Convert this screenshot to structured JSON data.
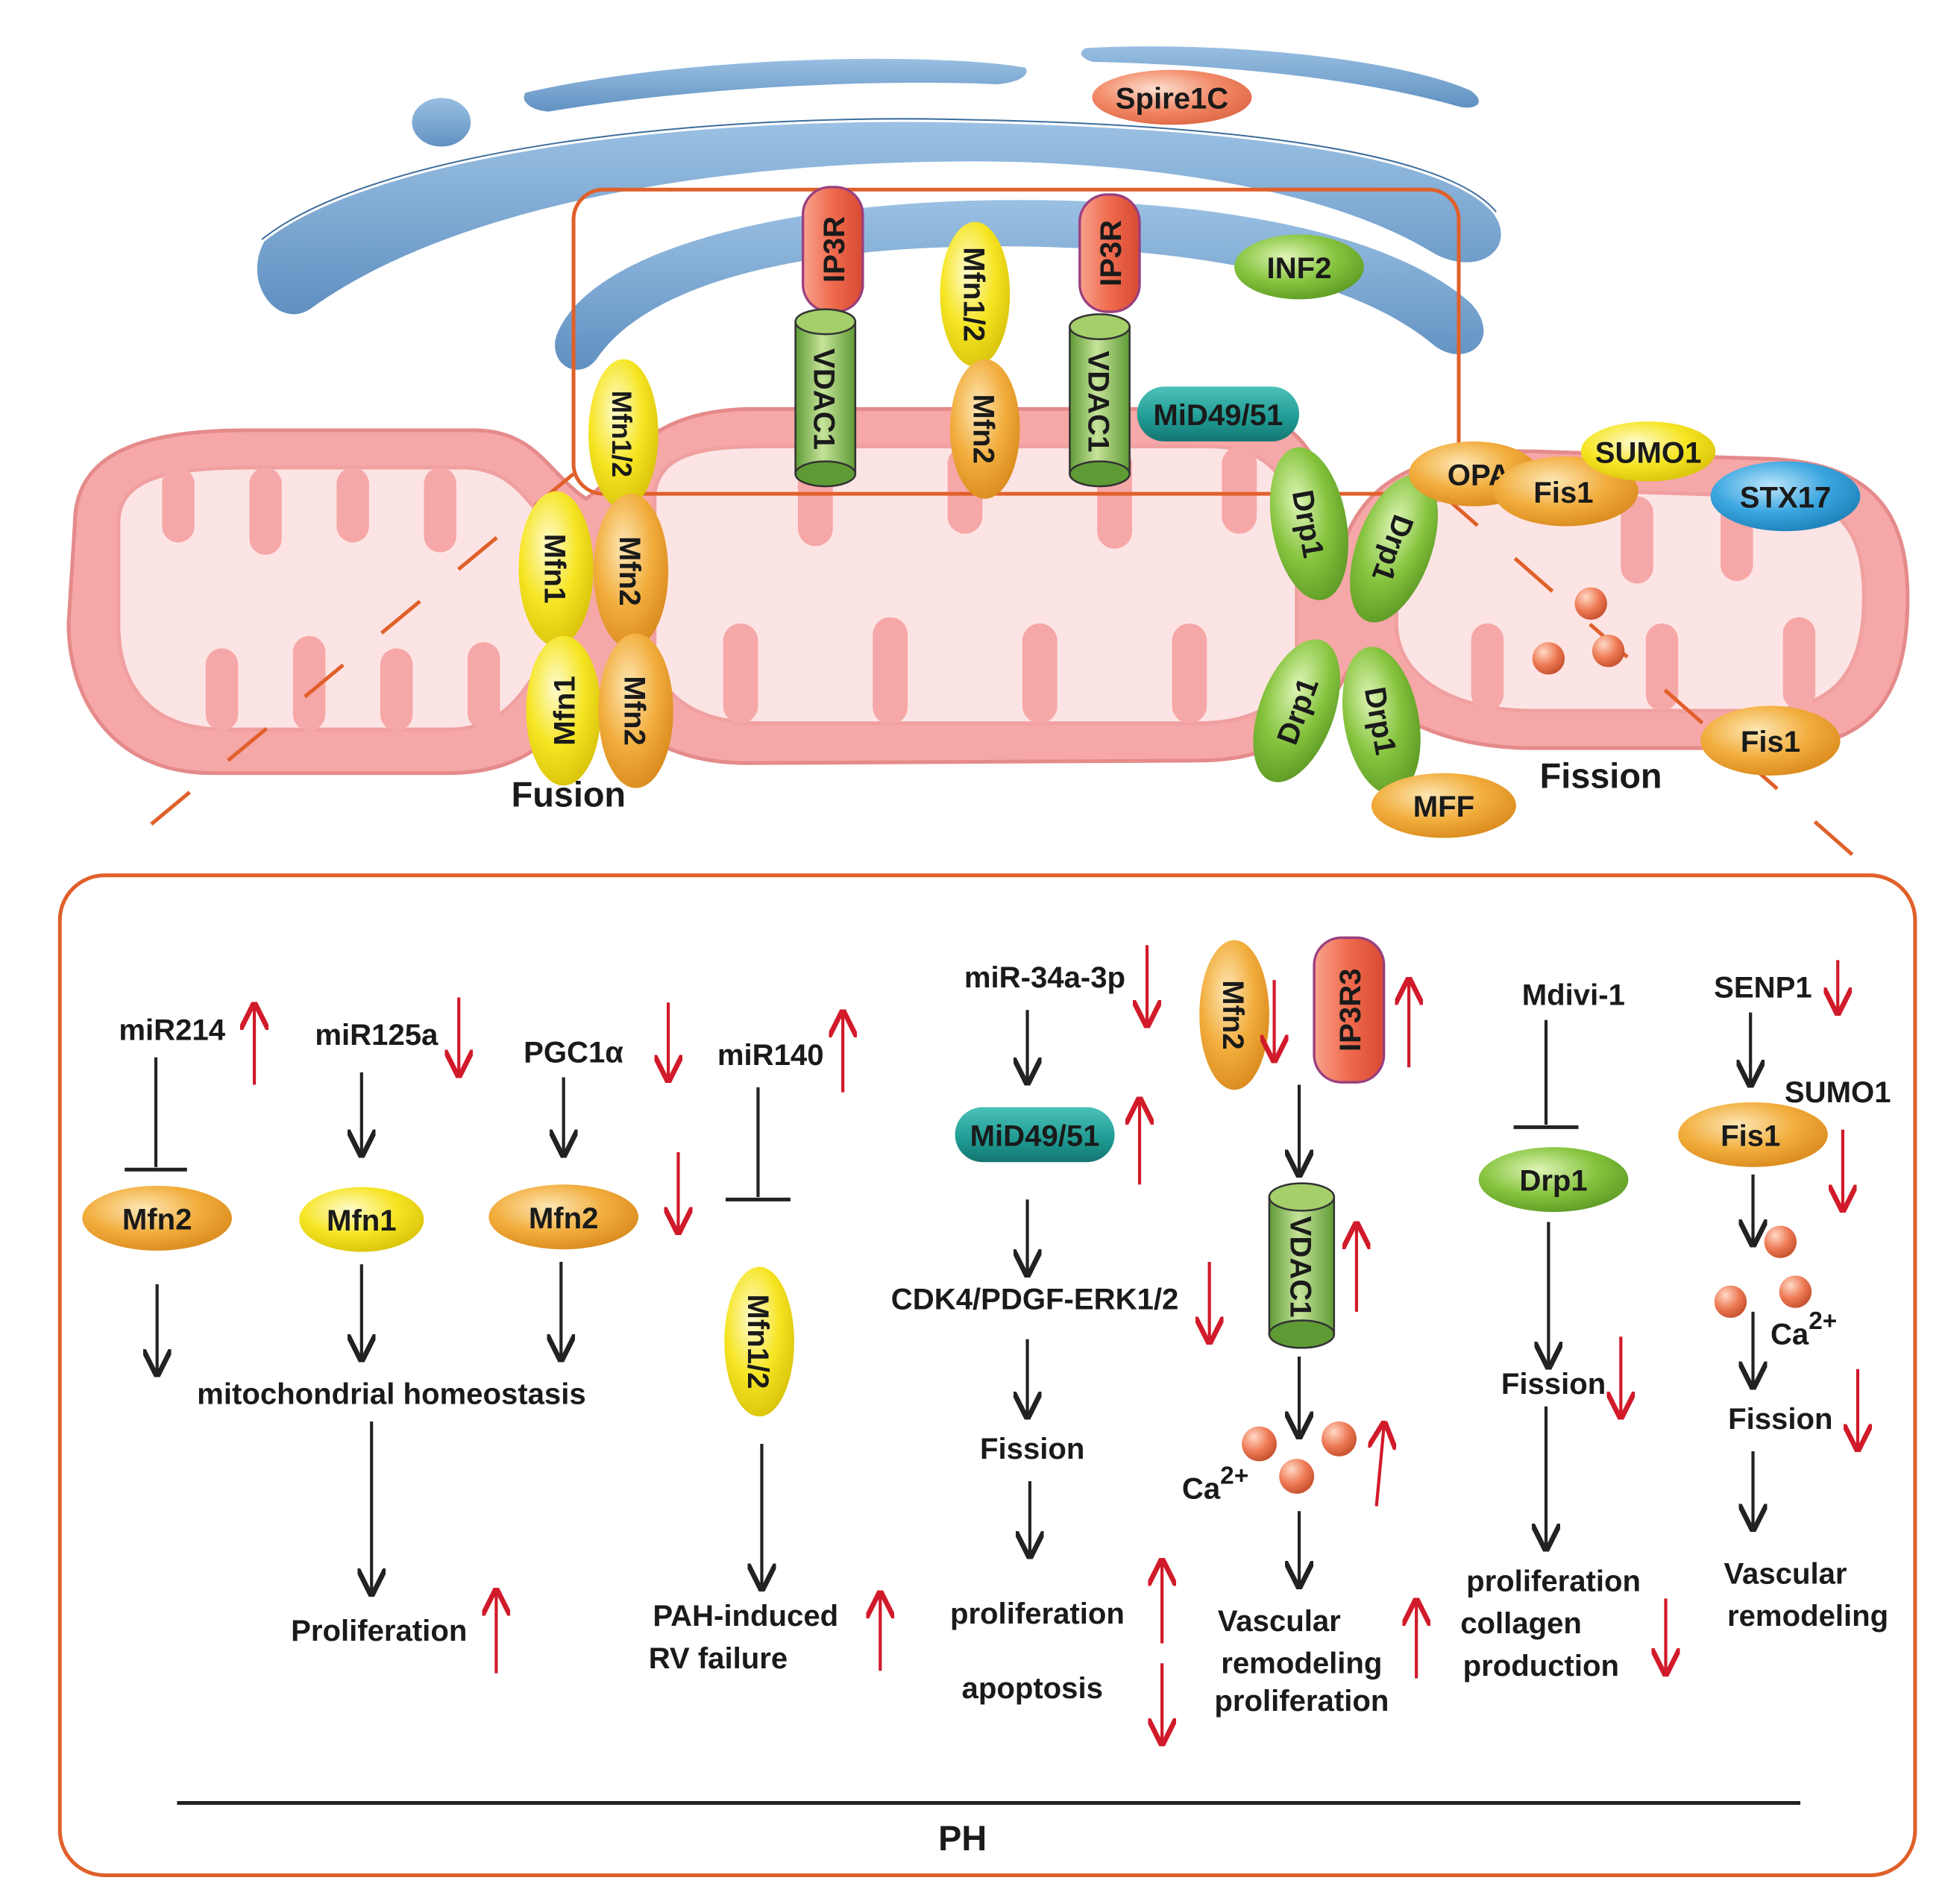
{
  "colors": {
    "er_fill": "#6f9fcf",
    "er_edge": "#3d6e9c",
    "mito_fill": "#f5a3a3",
    "mito_edge": "#e07a7a",
    "frame": "#e0602a",
    "arrow_up_down": "#d11a2a",
    "orange_protein": "#f0a93a",
    "yellow_protein": "#f4e11b",
    "green_protein": "#7fbf3a",
    "teal_protein": "#1f9a93",
    "red_protein": "#ee6a4e",
    "blue_protein": "#3aa6e0",
    "calcium": "#ee7a55"
  },
  "top": {
    "spire1c": "Spire1C",
    "ip3r_left": "IP3R",
    "ip3r_right": "IP3R",
    "mfn12_center": "Mfn1/2",
    "inf2": "INF2",
    "vdac1_left": "VDAC1",
    "vdac1_right": "VDAC1",
    "mfn2_center": "Mfn2",
    "mid4951": "MiD49/51",
    "mfn12_left": "Mfn1/2",
    "mfn1_a": "Mfn1",
    "mfn2_a": "Mfn2",
    "mfn1_b": "Mfn1",
    "mfn2_b": "Mfn2",
    "fusion": "Fusion",
    "drp1_a": "Drp1",
    "drp1_b": "Drp1",
    "drp1_c": "Drp1",
    "drp1_d": "Drp1",
    "mff": "MFF",
    "opa": "OPA",
    "fis1_top": "Fis1",
    "sumo1": "SUMO1",
    "stx17": "STX17",
    "fis1_right": "Fis1",
    "fission": "Fission"
  },
  "panel": {
    "c1": {
      "top": "miR214",
      "protein": "Mfn2"
    },
    "c2": {
      "top": "miR125a",
      "protein": "Mfn1"
    },
    "c3": {
      "top": "PGC1α",
      "protein": "Mfn2"
    },
    "homeostasis": "mitochondrial homeostasis",
    "proliferation_left": "Proliferation",
    "c4": {
      "top": "miR140",
      "protein": "Mfn1/2",
      "out1": "PAH-induced",
      "out2": "RV failure"
    },
    "c5": {
      "top": "miR-34a-3p",
      "protein": "MiD49/51",
      "mid": "CDK4/PDGF-ERK1/2",
      "fission": "Fission",
      "out1": "proliferation",
      "out2": "apoptosis"
    },
    "c6": {
      "mfn2": "Mfn2",
      "ip3r3": "IP3R3",
      "vdac1": "VDAC1",
      "ca": "Ca",
      "ca_sup": "2+",
      "out1": "Vascular",
      "out2": "remodeling",
      "out3": "proliferation"
    },
    "c7": {
      "top": "Mdivi-1",
      "protein": "Drp1",
      "fission": "Fission",
      "out1": "proliferation",
      "out2": "collagen",
      "out3": "production"
    },
    "c8": {
      "top": "SENP1",
      "sumo": "SUMO1",
      "protein": "Fis1",
      "ca": "Ca",
      "ca_sup": "2+",
      "fission": "Fission",
      "out1": "Vascular",
      "out2": "remodeling"
    },
    "ph": "PH"
  }
}
